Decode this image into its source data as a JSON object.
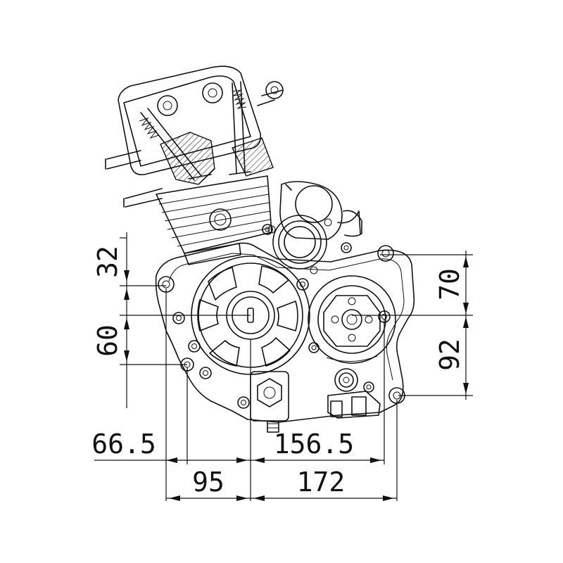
{
  "diagram": {
    "dimensions": {
      "vertical_left": [
        {
          "label": "32"
        },
        {
          "label": "60"
        }
      ],
      "vertical_right": [
        {
          "label": "70"
        },
        {
          "label": "92"
        }
      ],
      "horizontal": [
        {
          "label": "66.5"
        },
        {
          "label": "156.5"
        },
        {
          "label": "95"
        },
        {
          "label": "172"
        }
      ]
    }
  }
}
